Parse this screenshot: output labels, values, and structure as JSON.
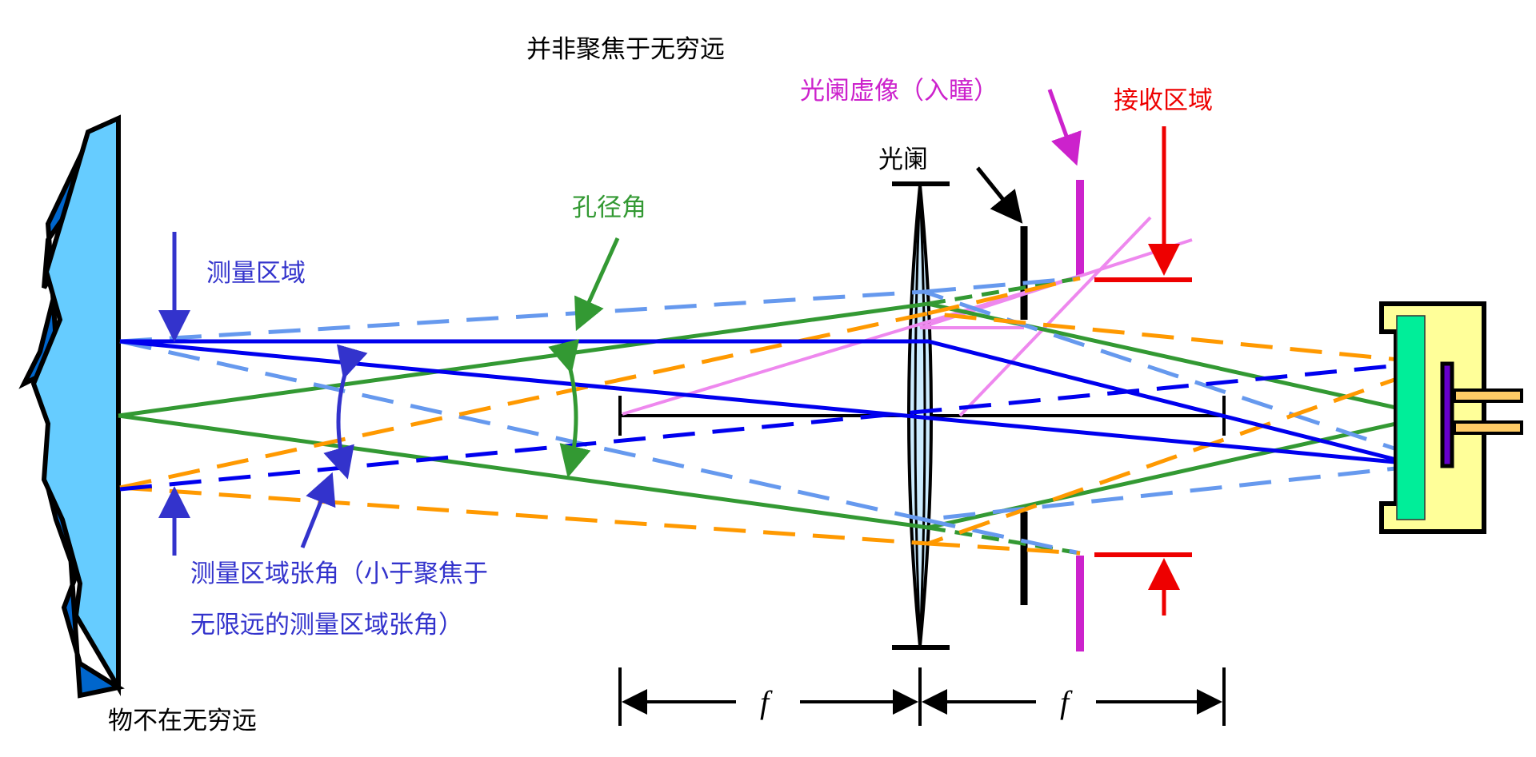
{
  "labels": {
    "not_infinity_focus": "并非聚焦于无穷远",
    "stop_image": "光阑虚像（入瞳）",
    "receive_area": "接收区域",
    "stop": "光阑",
    "aperture_angle": "孔径角",
    "measure_area": "测量区域",
    "measure_angle_1": "测量区域张角（小于聚焦于",
    "measure_angle_2": "无限远的测量区域张角）",
    "object_not_infinity": "物不在无穷远",
    "focal_1": "f",
    "focal_2": "f"
  },
  "colors": {
    "blue": "#0000ee",
    "light_blue": "#6699ee",
    "green": "#339933",
    "orange": "#ff9900",
    "pink": "#ee88ee",
    "magenta": "#cc22cc",
    "red": "#ee0000",
    "label_blue": "#3333cc",
    "object": "#66ccff",
    "object_dark": "#0066cc"
  }
}
